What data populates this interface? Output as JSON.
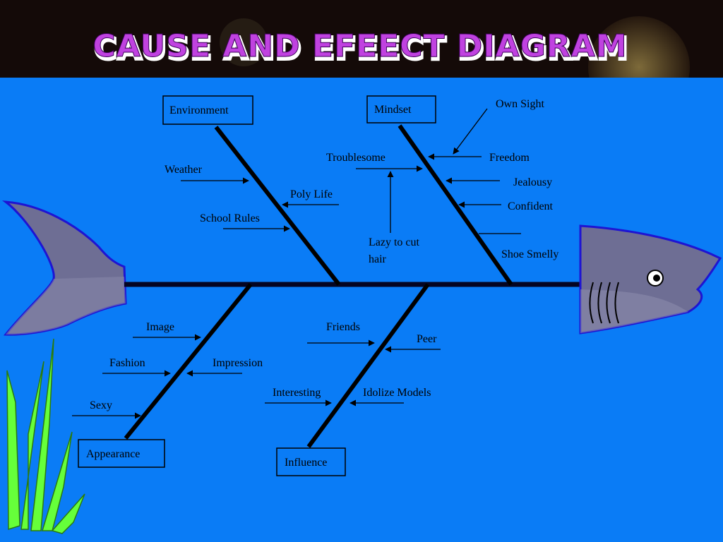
{
  "title": "CAUSE AND EFEECT DIAGRAM",
  "colors": {
    "background": "#0a7cf6",
    "header": "#140a08",
    "title_fill": "#c042e0",
    "title_shadow": "#ffffff",
    "fish_body": "#6e6e94",
    "fish_outline": "#1e14d2",
    "spine": "#050522",
    "seaweed": "#66ff3a"
  },
  "categories": {
    "environment": "Environment",
    "mindset": "Mindset",
    "appearance": "Appearance",
    "influence": "Influence"
  },
  "causes": {
    "environment": [
      "Weather",
      "Poly Life",
      "School Rules"
    ],
    "mindset": [
      "Own Sight",
      "Troublesome",
      "Freedom",
      "Jealousy",
      "Confident",
      "Lazy to cut",
      "hair",
      "Shoe Smelly"
    ],
    "appearance": [
      "Image",
      "Fashion",
      "Impression",
      "Sexy"
    ],
    "influence": [
      "Friends",
      "Peer",
      "Interesting",
      "Idolize Models"
    ]
  },
  "icons": {
    "head": "shark-head-icon",
    "tail": "shark-tail-icon",
    "seaweed": "seaweed-icon"
  }
}
